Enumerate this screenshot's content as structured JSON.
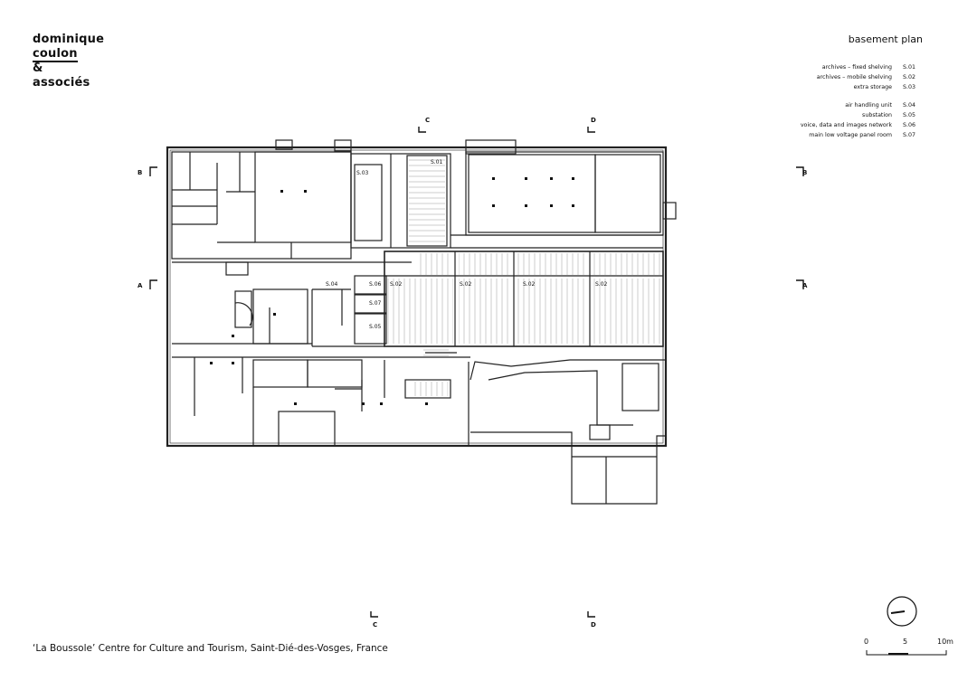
{
  "logo": {
    "line1": "dominique",
    "line2": "coulon",
    "line3": "&",
    "line4": "associés"
  },
  "plan_title": "basement plan",
  "legend": {
    "group1": [
      {
        "name": "archives – fixed shelving",
        "code": "S.01"
      },
      {
        "name": "archives – mobile shelving",
        "code": "S.02"
      },
      {
        "name": "extra storage",
        "code": "S.03"
      }
    ],
    "group2": [
      {
        "name": "air handling unit",
        "code": "S.04"
      },
      {
        "name": "substation",
        "code": "S.05"
      },
      {
        "name": "voice, data and images network",
        "code": "S.06"
      },
      {
        "name": "main low voltage panel room",
        "code": "S.07"
      }
    ]
  },
  "sections": {
    "a": "A",
    "b": "B",
    "c": "C",
    "d": "D"
  },
  "rooms": {
    "s01": "S.01",
    "s03": "S.03",
    "s04": "S.04",
    "s06": "S.06",
    "s07": "S.07",
    "s05": "S.05",
    "s02a": "S.02",
    "s02b": "S.02",
    "s02c": "S.02",
    "s02d": "S.02"
  },
  "scale": {
    "zero": "0",
    "five": "5",
    "ten": "10m"
  },
  "caption": "‘La Boussole’ Centre for Culture and Tourism, Saint-Dié-des-Vosges, France"
}
